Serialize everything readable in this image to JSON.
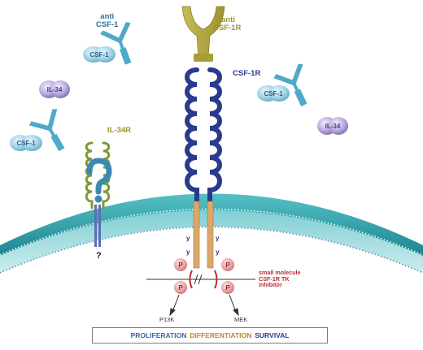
{
  "labels": {
    "anti_csf1_line1": "anti",
    "anti_csf1_line2": "CSF-1",
    "anti_csf1r_line1": "anti",
    "anti_csf1r_line2": "CSF-1R",
    "csf1r": "CSF-1R",
    "il34r": "IL-34R",
    "il34r_unknown": "?",
    "small_molecule_line1": "small molecule",
    "small_molecule_line2": "CSF-1R TK",
    "small_molecule_line3": "inhibitor",
    "pi3k": "P13K",
    "mek": "MEK",
    "phospho": "P",
    "tyrosine": "y"
  },
  "ligands": {
    "csf1": "CSF-1",
    "il34": "IL-34"
  },
  "outcomes": {
    "proliferation": "PROLIFERATION",
    "differentiation": "DIFFERENTIATION",
    "survival": "SURVIVAL"
  },
  "colors": {
    "membrane_teal": "#1f8e96",
    "csf1r_blue": "#2b3a8e",
    "antibody_olive": "#b3a93e",
    "il34r_green": "#7e9a34",
    "ligand_cyan": "#4fa9c8",
    "ligand_purple": "#7f6bb3",
    "phospho_pink": "#d98a8a",
    "inhibitor_red": "#b72c3c",
    "proliferation": "#3e66a3",
    "differentiation": "#c5832b",
    "survival": "#2b3a8e"
  }
}
